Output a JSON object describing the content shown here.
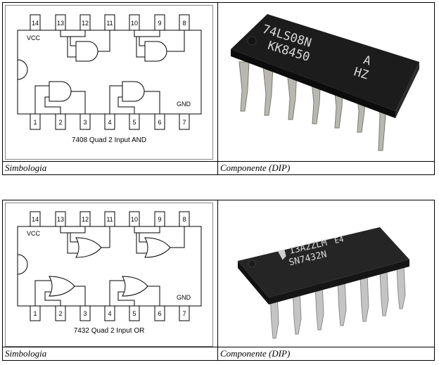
{
  "tables": [
    {
      "diagram": {
        "vcc": "VCC",
        "gnd": "GND",
        "title": "7408 Quad 2 Input AND",
        "pins_top": [
          "14",
          "13",
          "12",
          "11",
          "10",
          "9",
          "8"
        ],
        "pins_bottom": [
          "1",
          "2",
          "3",
          "4",
          "5",
          "6",
          "7"
        ]
      },
      "chip": {
        "line1": "74LS08N",
        "line2": "KK8450",
        "mark1": "A",
        "mark2": "HZ"
      },
      "captions": {
        "left": "Simbologia",
        "right": "Componente (DIP)"
      }
    },
    {
      "diagram": {
        "vcc": "VCC",
        "gnd": "GND",
        "title": "7432 Quad 2 Input OR",
        "pins_top": [
          "14",
          "13",
          "12",
          "11",
          "10",
          "9",
          "8"
        ],
        "pins_bottom": [
          "1",
          "2",
          "3",
          "4",
          "5",
          "6",
          "7"
        ]
      },
      "chip": {
        "line1": "13A2ZLM",
        "line2": "SN7432N",
        "mark1": "E4"
      },
      "captions": {
        "left": "Simbologia",
        "right": "Componente (DIP)"
      }
    }
  ]
}
